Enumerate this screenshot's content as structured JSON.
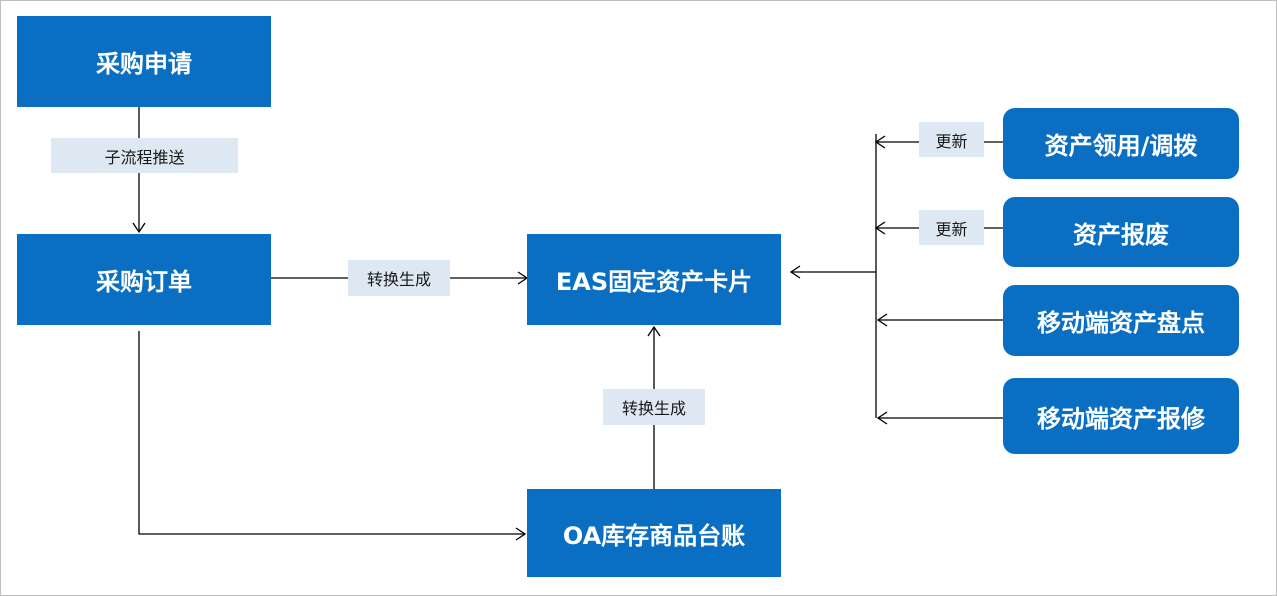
{
  "nodes": {
    "purchase_request": "采购申请",
    "purchase_order": "采购订单",
    "eas_card": "EAS固定资产卡片",
    "oa_ledger": "OA库存商品台账",
    "asset_transfer": "资产领用/调拨",
    "asset_scrap": "资产报废",
    "mobile_inventory": "移动端资产盘点",
    "mobile_repair": "移动端资产报修"
  },
  "labels": {
    "subflow_push": "子流程推送",
    "convert_generate_1": "转换生成",
    "convert_generate_2": "转换生成",
    "update_1": "更新",
    "update_2": "更新"
  },
  "colors": {
    "box": "#0a6fc2",
    "tag": "#dde8f3",
    "line": "#000000"
  }
}
